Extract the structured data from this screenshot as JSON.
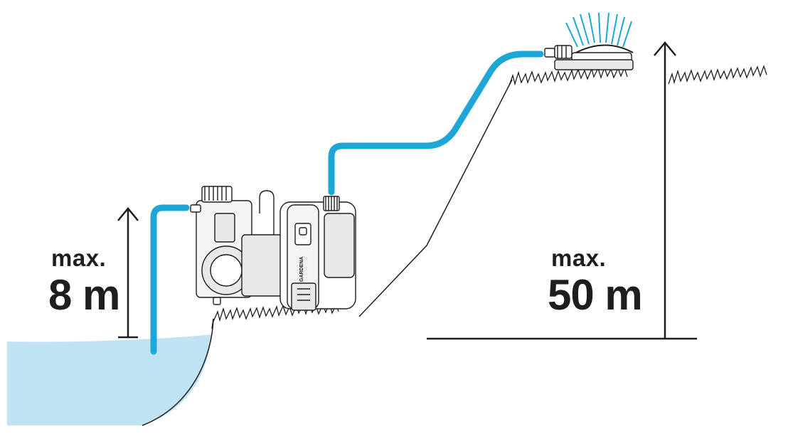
{
  "left_label": {
    "line1": "max.",
    "line2": "8 m"
  },
  "right_label": {
    "line1": "max.",
    "line2": "50 m"
  },
  "brand_text": "GARDENA",
  "colors": {
    "hose": "#1ea7d6",
    "water": "#bfe3f3",
    "ink": "#1e1e1e",
    "pump_body": "#ffffff",
    "pump_shade": "#e6e8ea"
  },
  "icons": [
    "up-arrow-icon",
    "sprinkler-icon",
    "pump-icon",
    "grass-icon"
  ]
}
